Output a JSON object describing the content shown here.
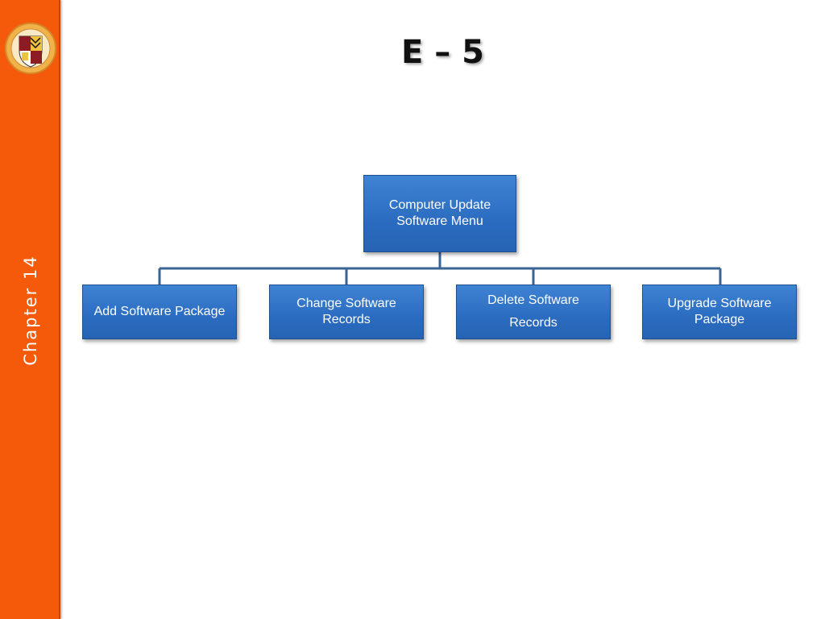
{
  "sidebar": {
    "chapter_label": "Chapter 14"
  },
  "slide": {
    "title": "E – 5"
  },
  "diagram": {
    "root": {
      "lines": [
        "Computer Update",
        "Software Menu"
      ]
    },
    "children": [
      {
        "lines": [
          "Add Software Package"
        ]
      },
      {
        "lines": [
          "Change Software",
          "Records"
        ]
      },
      {
        "lines": [
          "Delete Software",
          "Records"
        ]
      },
      {
        "lines": [
          "Upgrade Software",
          "Package"
        ]
      }
    ]
  },
  "colors": {
    "sidebar": "#f55a0a",
    "box": "#2b6cc0",
    "connector": "#3a6494"
  }
}
